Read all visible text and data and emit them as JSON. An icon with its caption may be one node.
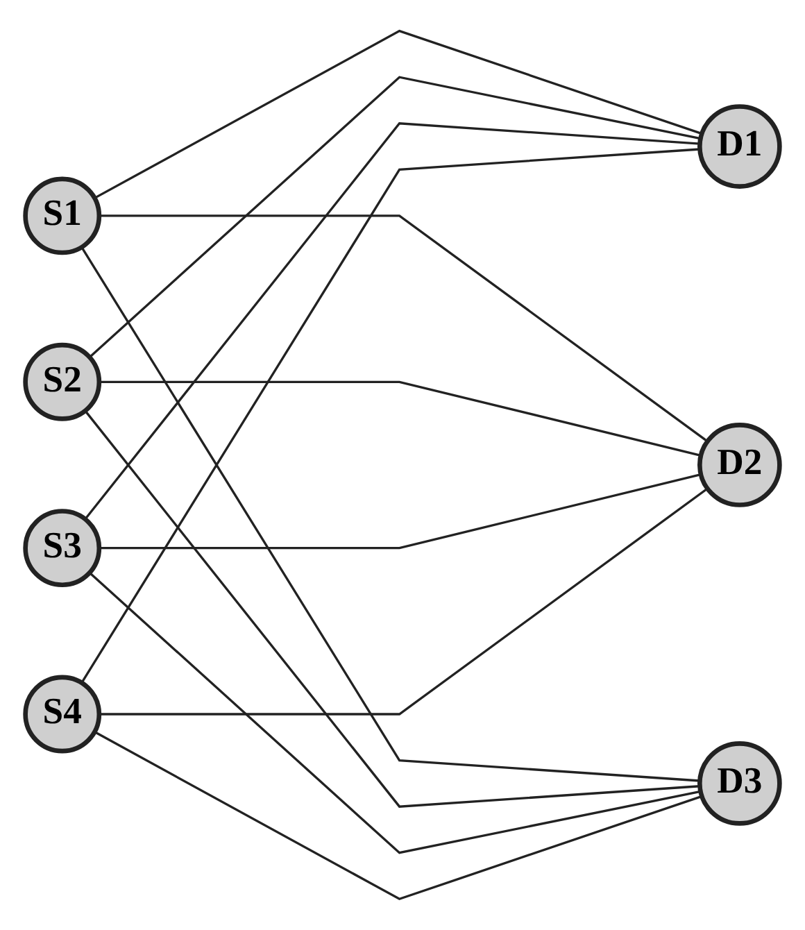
{
  "diagram": {
    "nodes": [
      {
        "text": [
          "S1"
        ]
      },
      {
        "text": [
          "S2"
        ]
      },
      {
        "text": [
          "S3"
        ]
      },
      {
        "text": [
          "S4"
        ]
      },
      {
        "text": [
          "D1"
        ]
      },
      {
        "text": [
          "D2"
        ]
      },
      {
        "text": [
          "D3"
        ]
      }
    ],
    "edges": [
      {
        "from": 0,
        "to": 4,
        "arrow": "none"
      },
      {
        "from": 0,
        "to": 5,
        "arrow": "none"
      },
      {
        "from": 0,
        "to": 6,
        "arrow": "none"
      },
      {
        "from": 1,
        "to": 4,
        "arrow": "none"
      },
      {
        "from": 1,
        "to": 5,
        "arrow": "none"
      },
      {
        "from": 1,
        "to": 6,
        "arrow": "none"
      },
      {
        "from": 2,
        "to": 4,
        "arrow": "none"
      },
      {
        "from": 2,
        "to": 5,
        "arrow": "none"
      },
      {
        "from": 2,
        "to": 6,
        "arrow": "none"
      },
      {
        "from": 3,
        "to": 4,
        "arrow": "none"
      },
      {
        "from": 3,
        "to": 5,
        "arrow": "none"
      },
      {
        "from": 3,
        "to": 6,
        "arrow": "none"
      }
    ]
  }
}
